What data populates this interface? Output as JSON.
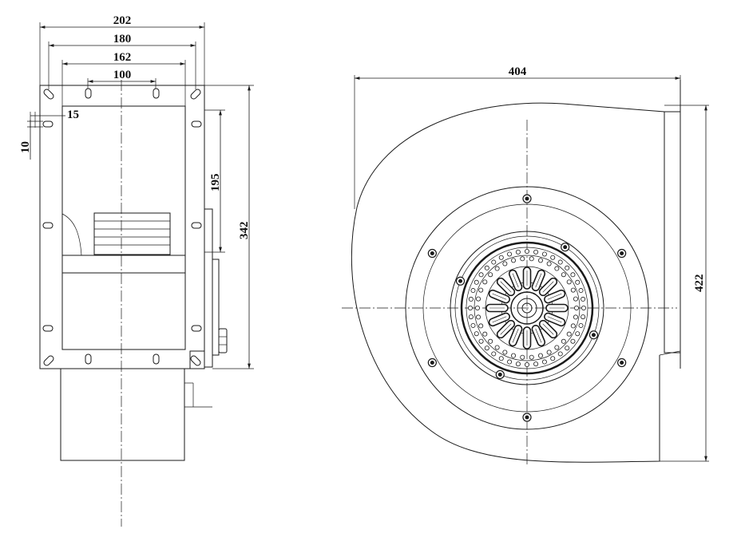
{
  "side_view": {
    "dims": {
      "width_overall": "202",
      "width_holes_outer": "180",
      "width_holes_inner": "162",
      "width_top_slots": "100",
      "slot_offset": "15",
      "slot_height": "10",
      "height_upper": "195",
      "height_overall": "342"
    }
  },
  "front_view": {
    "dims": {
      "width_overall": "404",
      "height_overall": "422"
    }
  }
}
